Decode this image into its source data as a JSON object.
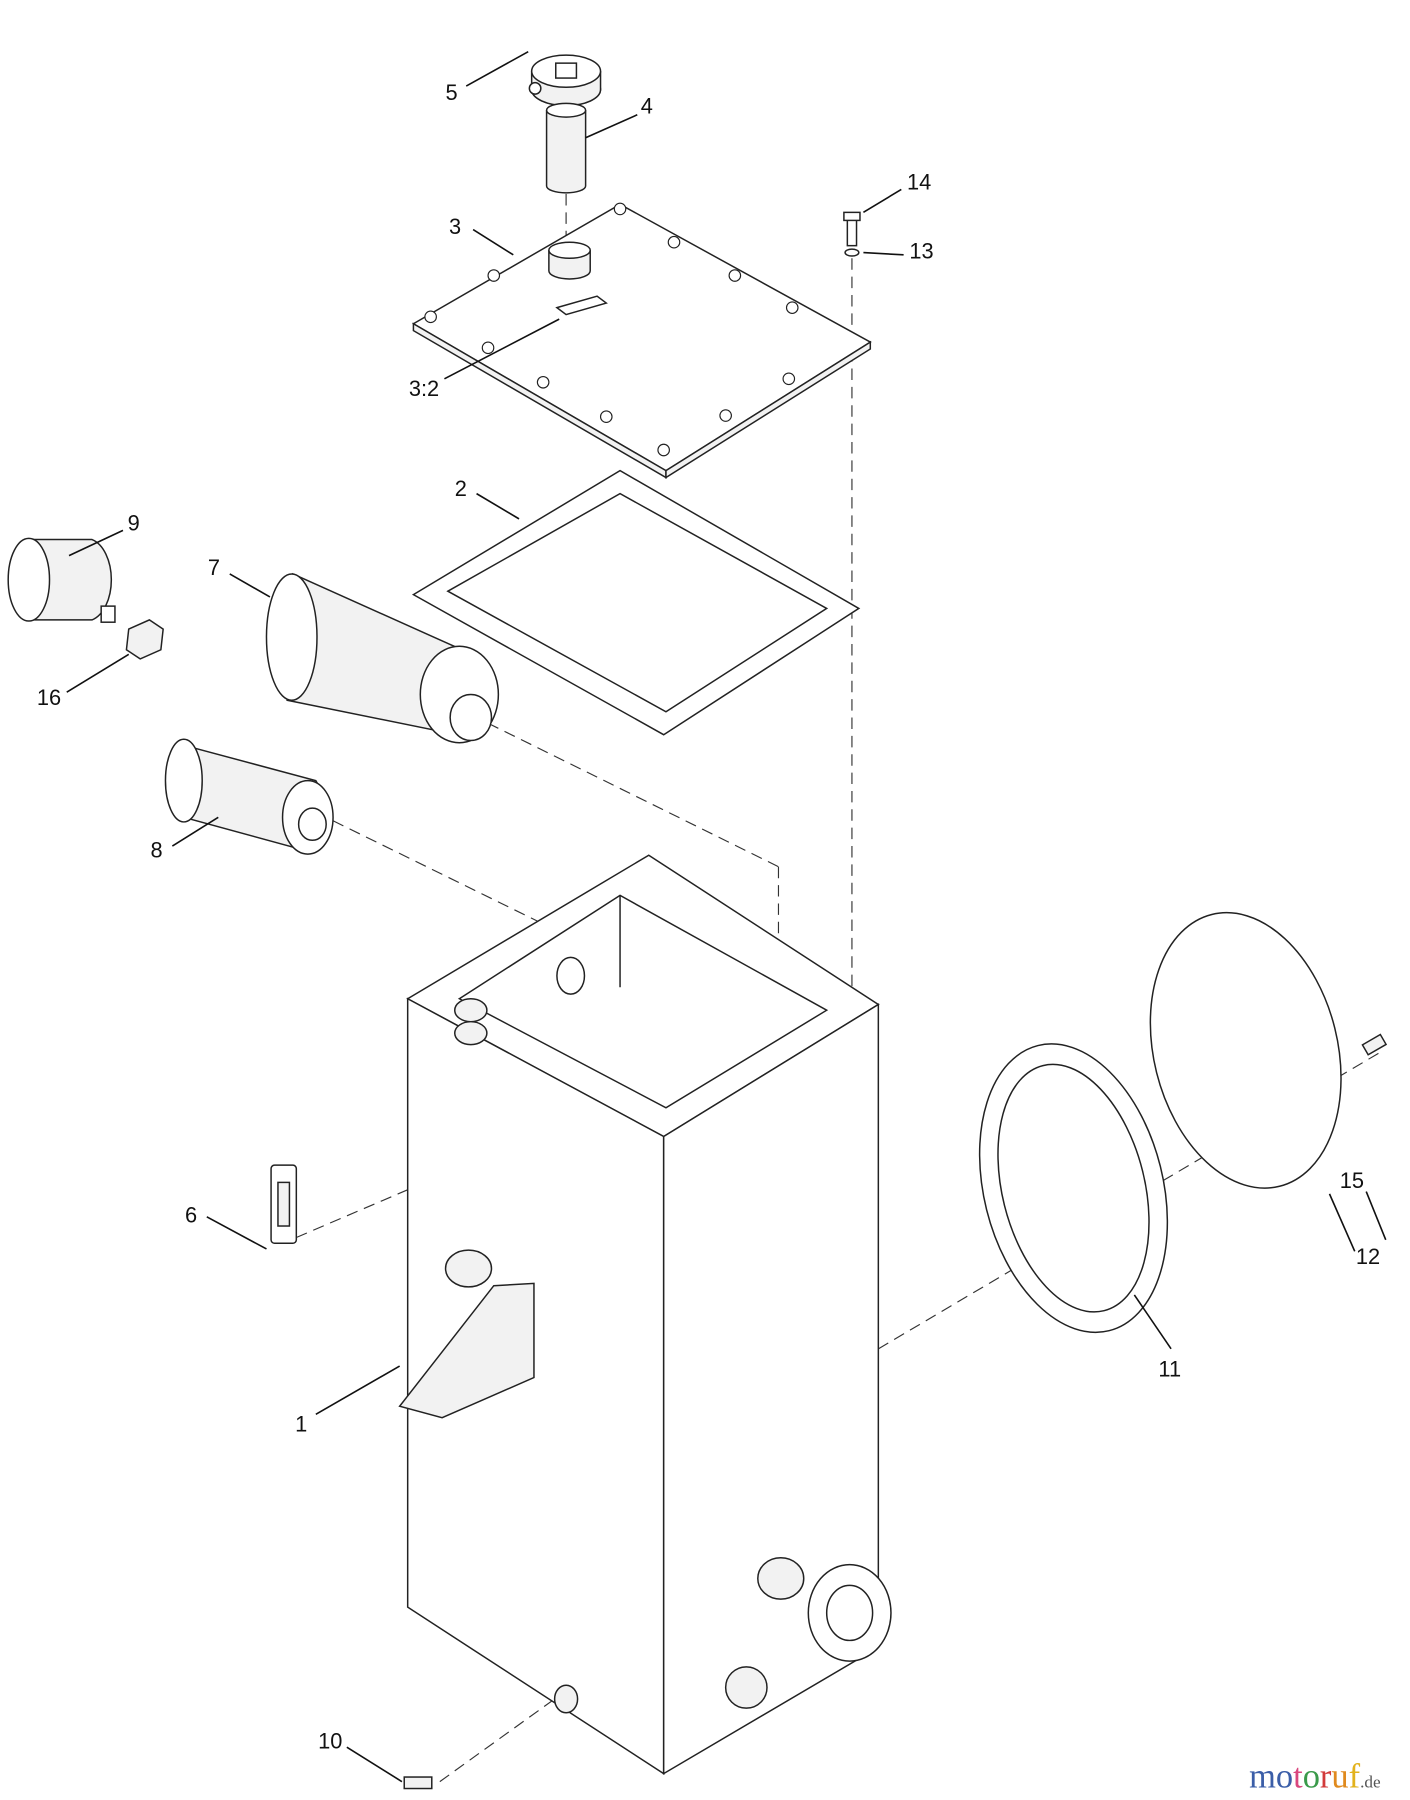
{
  "callouts": {
    "c1": "1",
    "c2": "2",
    "c3": "3",
    "c3_2": "3:2",
    "c4": "4",
    "c5": "5",
    "c6": "6",
    "c7": "7",
    "c8": "8",
    "c9": "9",
    "c10": "10",
    "c11": "11",
    "c12": "12",
    "c13": "13",
    "c14": "14",
    "c15": "15",
    "c16": "16"
  },
  "watermark": {
    "letters": [
      "m",
      "o",
      "t",
      "o",
      "r",
      "u",
      "f"
    ],
    "suffix": ".de",
    "colors": [
      "#3b5ea8",
      "#3b5ea8",
      "#d9477e",
      "#3a9a4a",
      "#d23a3a",
      "#e08a1e",
      "#e2b21c"
    ]
  }
}
